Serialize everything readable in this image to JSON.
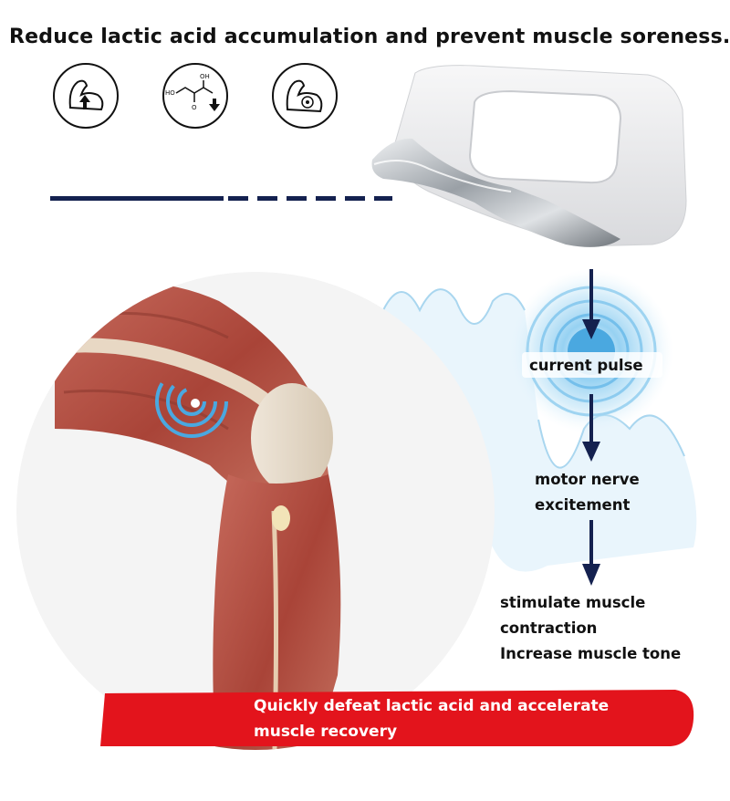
{
  "headline": "Reduce lactic acid accumulation and prevent muscle soreness.",
  "icons": [
    {
      "name": "flexed-arm-up-icon"
    },
    {
      "name": "lactic-acid-molecule-down-icon",
      "atoms": [
        "HO",
        "OH",
        "O"
      ]
    },
    {
      "name": "flexed-arm-target-icon"
    }
  ],
  "flow": {
    "step1": "current pulse",
    "step2_line1": "motor nerve",
    "step2_line2": "excitement",
    "step3_line1": "stimulate muscle",
    "step3_line2": "contraction",
    "step3_line3": "Increase muscle tone"
  },
  "banner": {
    "line1": "Quickly defeat lactic acid and accelerate",
    "line2": "muscle recovery"
  },
  "colors": {
    "navy": "#14214f",
    "banner_red": "#e3141c",
    "wave_blue": "#bfe2f5",
    "pulse_blue": "#4aa8e0",
    "muscle": "#b5554a"
  }
}
